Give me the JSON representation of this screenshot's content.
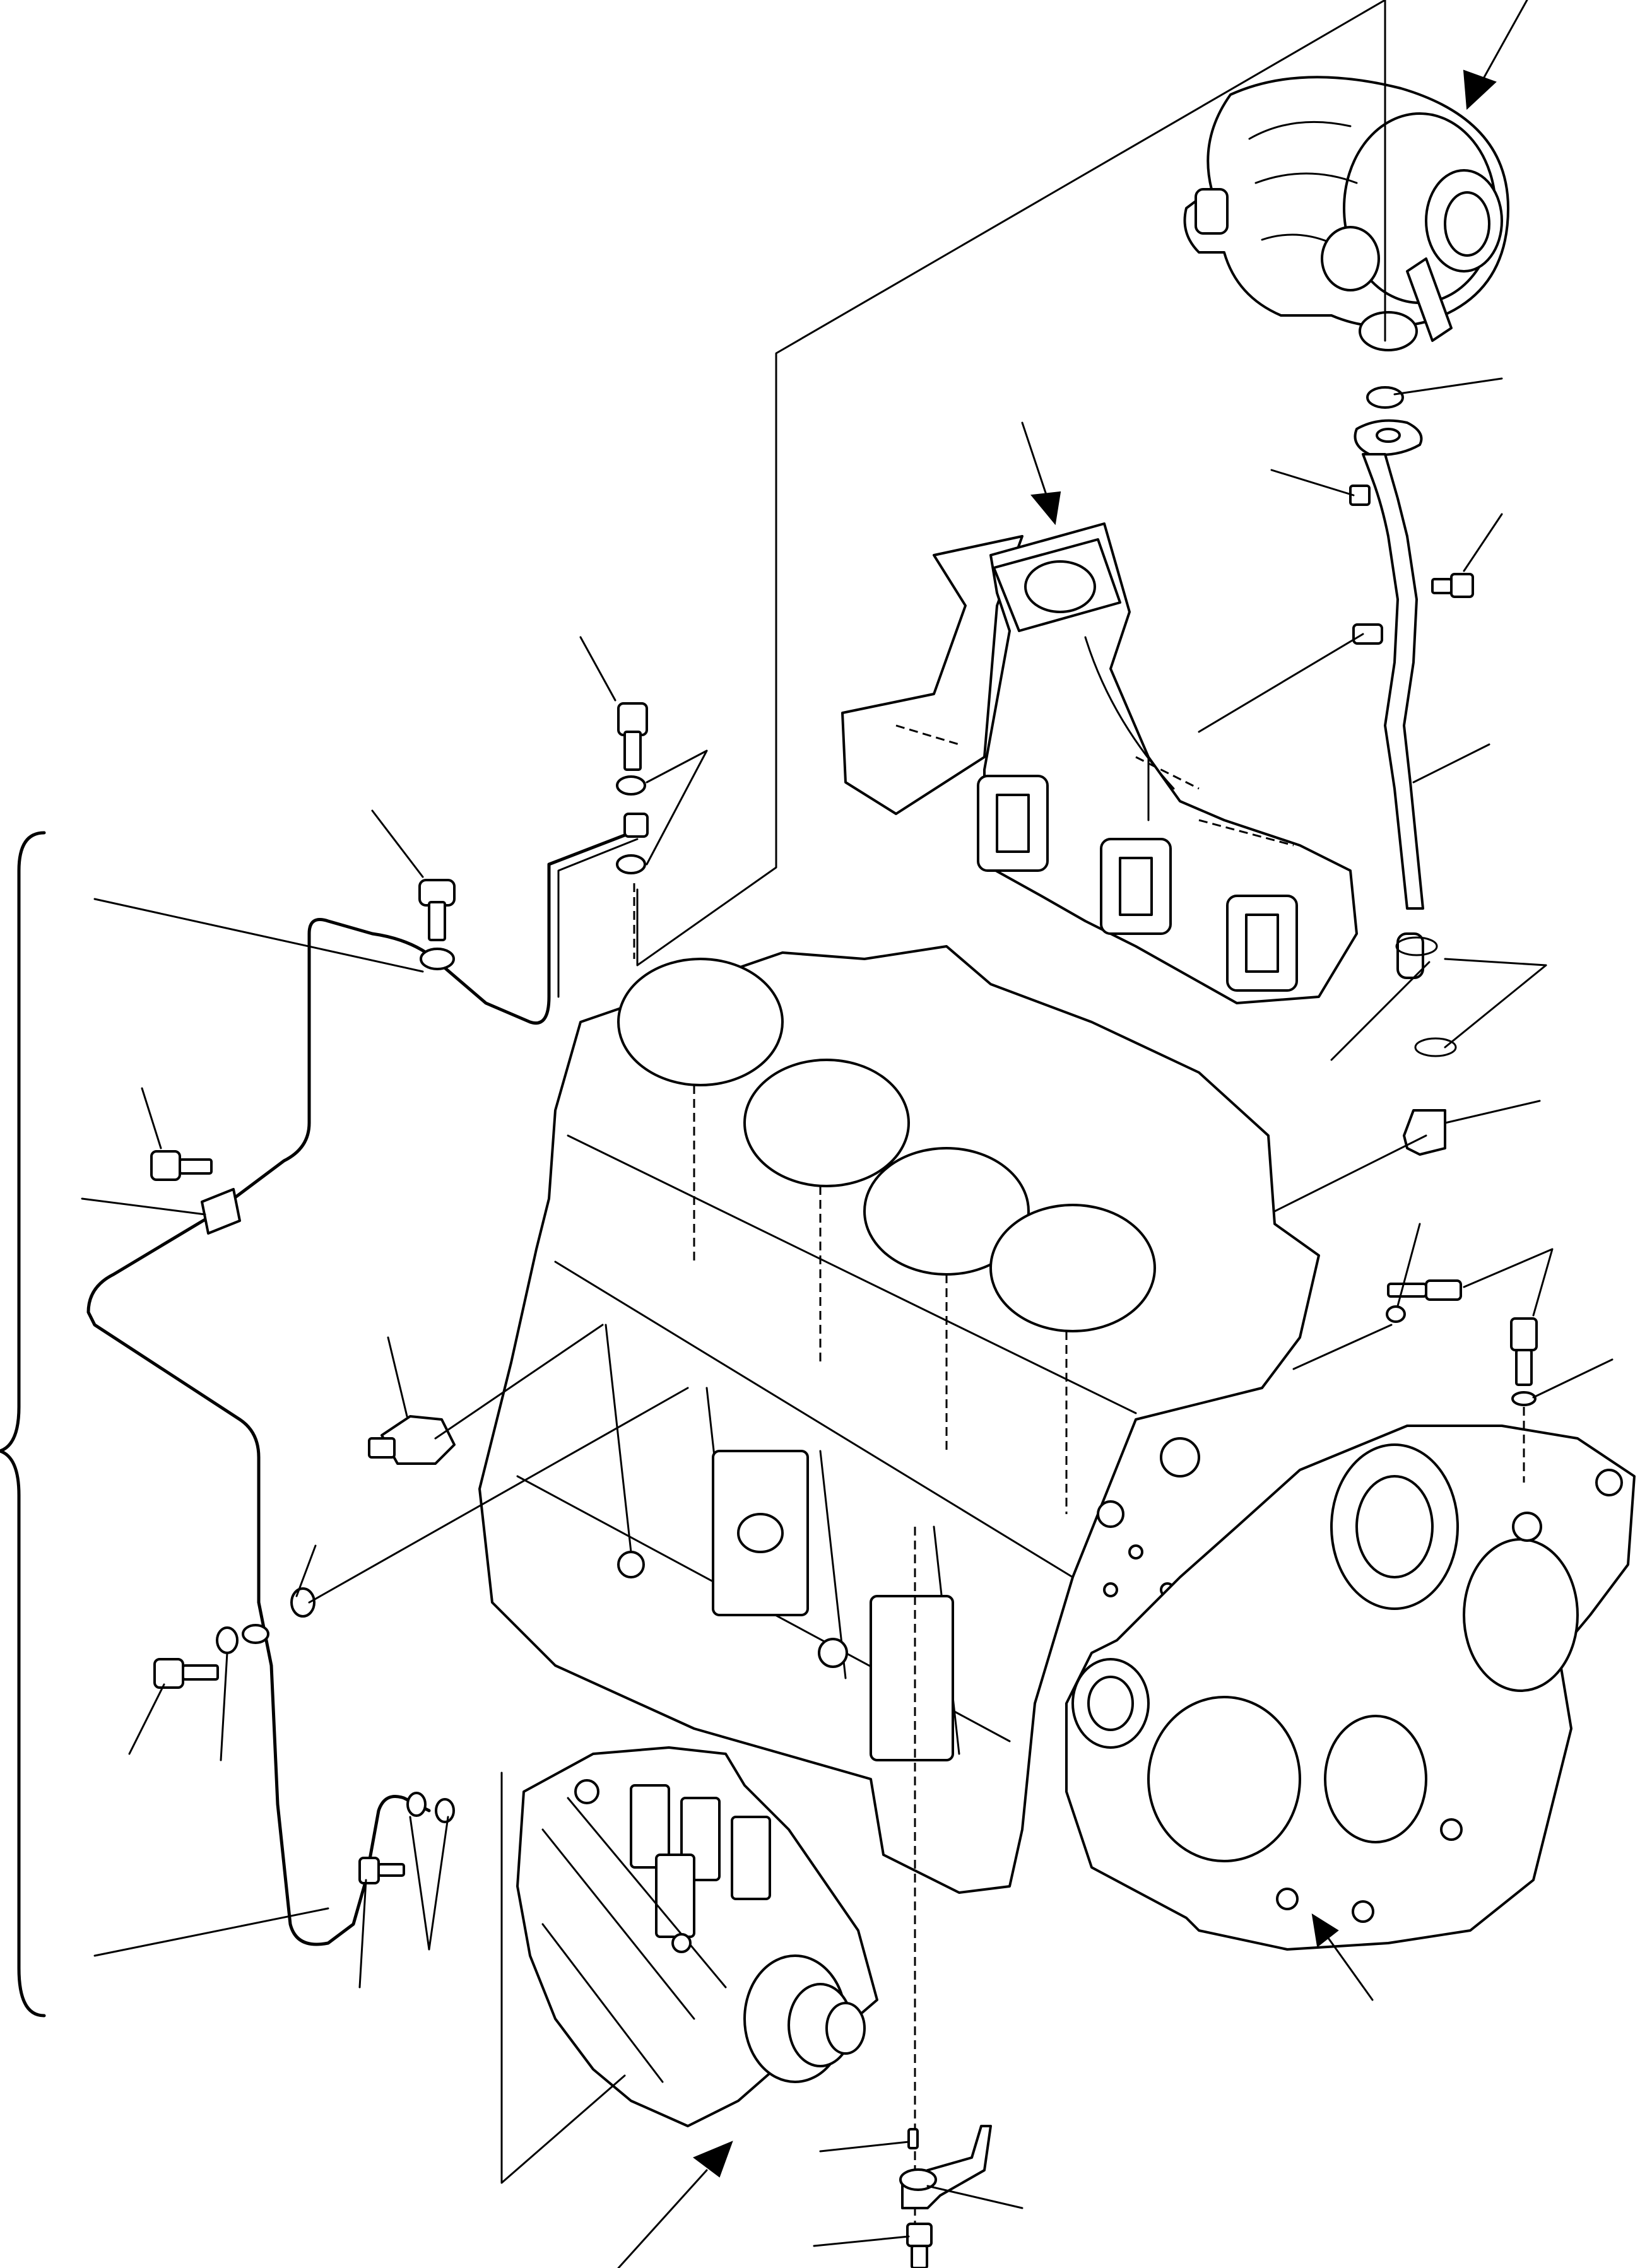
{
  "diagram": {
    "parts": [
      "turbocharger",
      "exhaust-manifold",
      "cylinder-block",
      "gear-case",
      "fuel-injection-pump",
      "oil-pipe-assembly",
      "turbo-oil-feed-pipe",
      "oil-pressure-switch"
    ]
  }
}
